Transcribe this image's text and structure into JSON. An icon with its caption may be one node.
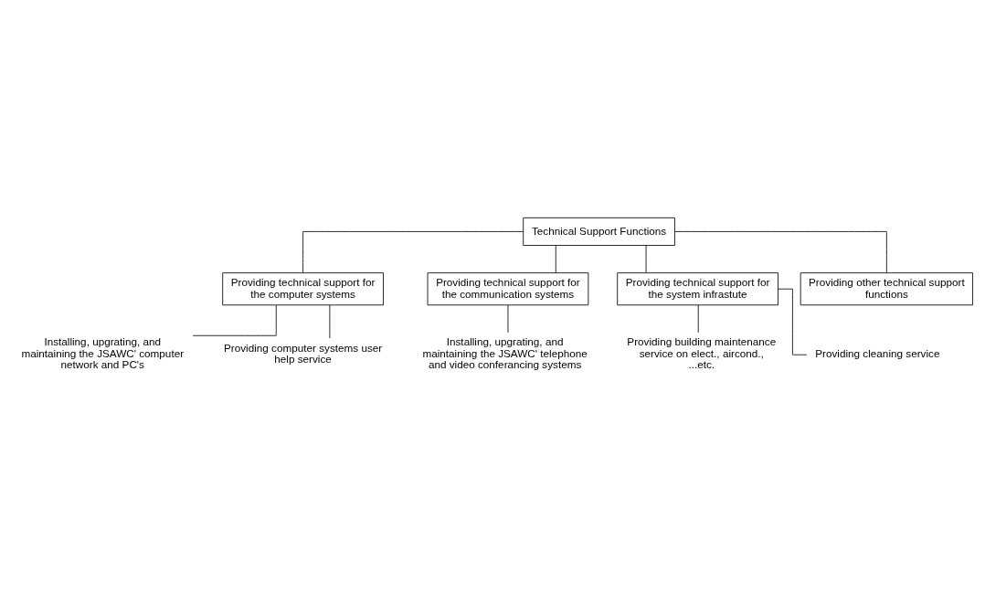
{
  "diagram": {
    "nodes": [
      {
        "text": [
          "Technical Support Functions"
        ]
      },
      {
        "text": [
          "Providing technical support for the computer systems"
        ]
      },
      {
        "text": [
          "Providing technical support for the communication systems"
        ]
      },
      {
        "text": [
          "Providing technical support for the system infrastute"
        ]
      },
      {
        "text": [
          "Providing other technical support functions"
        ]
      },
      {
        "text": [
          "Installing, upgrating, and  maintaining the JSAWC' computer network and PC's"
        ]
      },
      {
        "text": [
          "Providing computer systems user help service"
        ]
      },
      {
        "text": [
          "Installing, upgrating, and  maintaining the JSAWC' telephone and video conferancing systems"
        ]
      },
      {
        "text": [
          "Providing building maintenance service on elect., aircond., ...etc."
        ]
      },
      {
        "text": [
          "Providing cleaning service"
        ]
      }
    ],
    "edges": [
      {
        "from": 0,
        "to": 1,
        "arrow": "none"
      },
      {
        "from": 0,
        "to": 2,
        "arrow": "none"
      },
      {
        "from": 0,
        "to": 3,
        "arrow": "none"
      },
      {
        "from": 0,
        "to": 4,
        "arrow": "none"
      },
      {
        "from": 1,
        "to": 5,
        "arrow": "none"
      },
      {
        "from": 1,
        "to": 6,
        "arrow": "none"
      },
      {
        "from": 2,
        "to": 7,
        "arrow": "none"
      },
      {
        "from": 3,
        "to": 8,
        "arrow": "none"
      },
      {
        "from": 3,
        "to": 9,
        "arrow": "none"
      }
    ]
  }
}
